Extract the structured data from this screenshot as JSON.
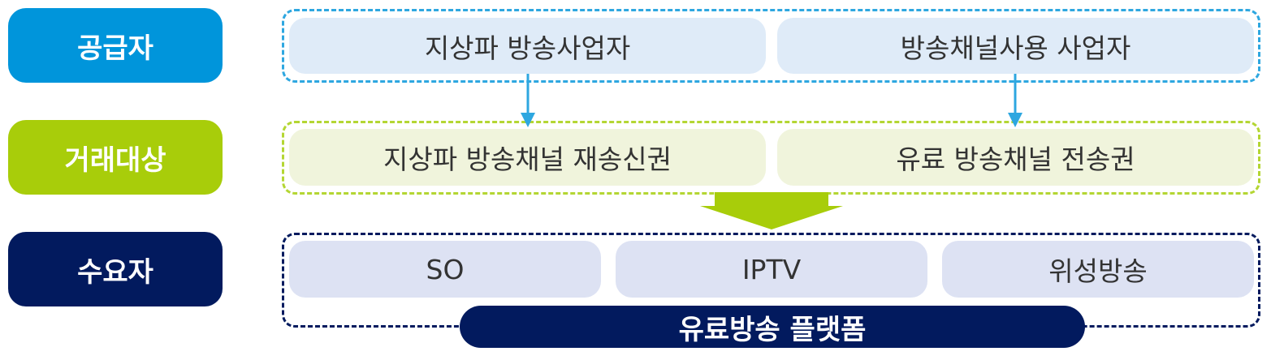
{
  "colors": {
    "supplier": "#0095db",
    "transaction": "#a8cd0a",
    "demander": "#021a5e",
    "supplier_box": "#dfebf8",
    "transaction_box": "#f0f4dc",
    "demander_box": "#dde2f3",
    "arrow_blue": "#2ea7e0",
    "arrow_green": "#a8cd0a"
  },
  "rows": {
    "supplier": {
      "label": "공급자",
      "items": [
        "지상파 방송사업자",
        "방송채널사용 사업자"
      ]
    },
    "transaction": {
      "label": "거래대상",
      "items": [
        "지상파 방송채널 재송신권",
        "유료 방송채널 전송권"
      ]
    },
    "demander": {
      "label": "수요자",
      "items": [
        "SO",
        "IPTV",
        "위성방송"
      ],
      "platform_label": "유료방송 플랫폼"
    }
  }
}
